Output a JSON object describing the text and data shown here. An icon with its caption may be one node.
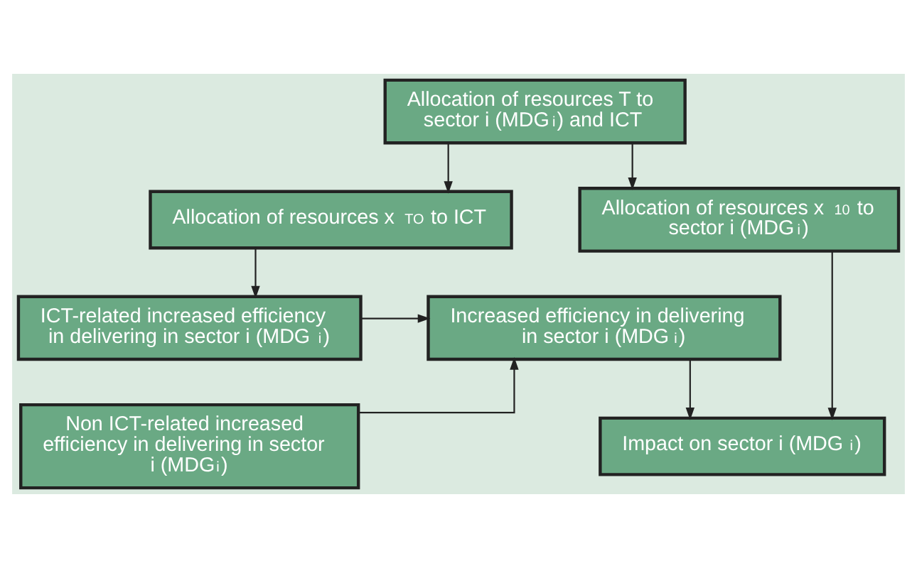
{
  "diagram": {
    "nodes": [
      {
        "text": [
          "Allocation of resources T to sector i (MDG$_{i}$) and ICT"
        ]
      },
      {
        "text": [
          "Allocation of resources x$_{TO}$ to ICT"
        ]
      },
      {
        "text": [
          "Allocation of resources x$_{10}$ to sector i (MDG$_{i}$)"
        ]
      },
      {
        "text": [
          "ICT-related increased efficiency in delivering in sector i (MDG$_{i}$)"
        ]
      },
      {
        "text": [
          "Non ICT-related increased efficiency in delivering in sector i (MDG$_{i}$)"
        ]
      },
      {
        "text": [
          "Increased efficiency in delivering in sector i (MDG$_{i}$)"
        ]
      },
      {
        "text": [
          "Impact on sector i (MDG$_{i}$)"
        ]
      }
    ],
    "edges": [
      {
        "from": 0,
        "to": 1,
        "arrow": "to"
      },
      {
        "from": 0,
        "to": 2,
        "arrow": "to"
      },
      {
        "from": 1,
        "to": 3,
        "arrow": "to"
      },
      {
        "from": 3,
        "to": 5,
        "arrow": "to"
      },
      {
        "from": 4,
        "to": 5,
        "arrow": "to"
      },
      {
        "from": 2,
        "to": 6,
        "arrow": "to"
      },
      {
        "from": 5,
        "to": 6,
        "arrow": "to"
      }
    ]
  }
}
